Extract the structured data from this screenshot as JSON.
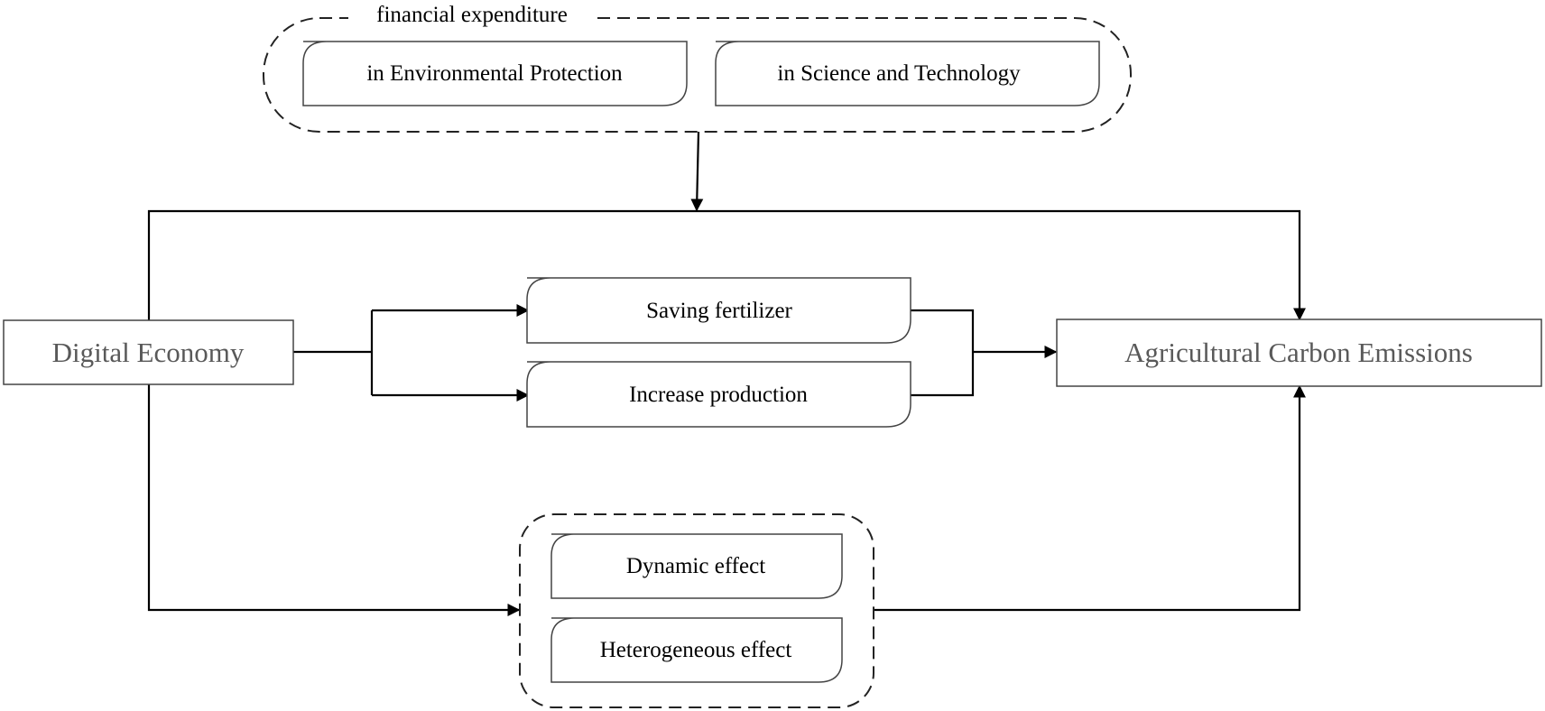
{
  "diagram": {
    "group_top": {
      "title": "financial expenditure",
      "item_left": "in Environmental Protection",
      "item_right": "in Science and Technology"
    },
    "source": "Digital Economy",
    "target": "Agricultural Carbon Emissions",
    "mediators": {
      "upper": "Saving fertilizer",
      "lower": "Increase production"
    },
    "group_bottom": {
      "item_upper": "Dynamic effect",
      "item_lower": "Heterogeneous effect"
    }
  }
}
